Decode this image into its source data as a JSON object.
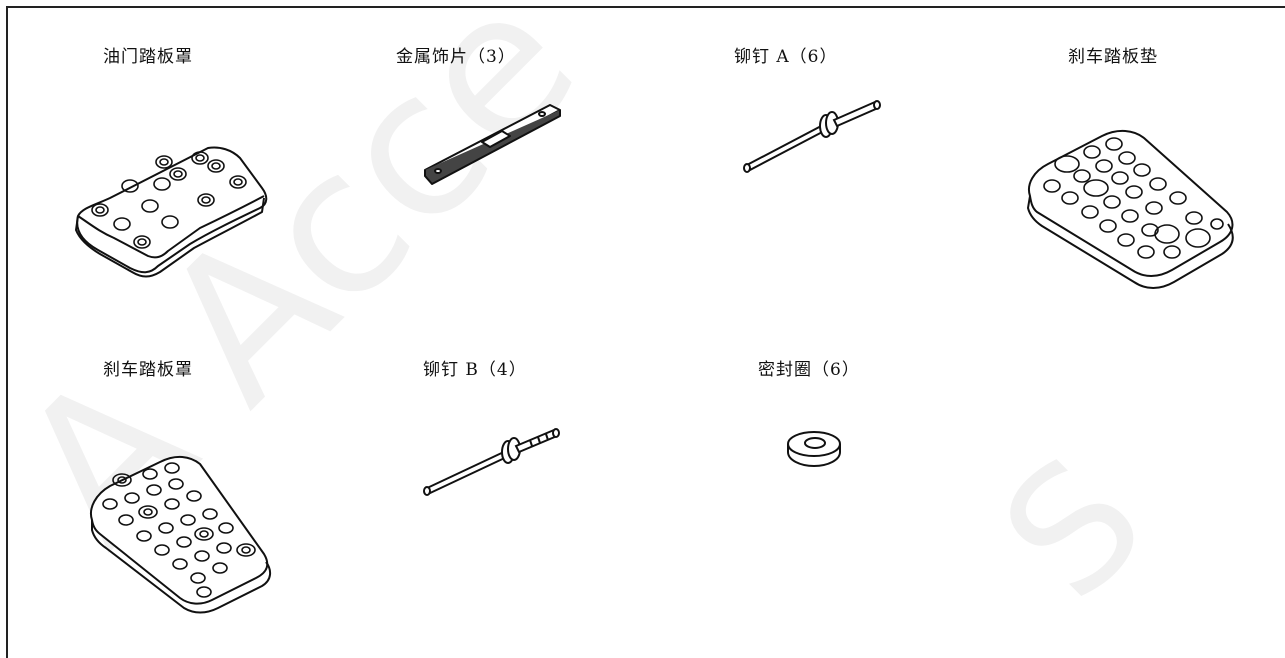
{
  "watermark": {
    "text_a": "A Acce",
    "text_b": "S"
  },
  "parts": [
    {
      "id": "throttle-pedal-cover",
      "label": "油门踏板罩"
    },
    {
      "id": "metal-trim",
      "label": "金属饰片（3）"
    },
    {
      "id": "rivet-a",
      "label": "铆钉 A（6）"
    },
    {
      "id": "brake-pedal-pad",
      "label": "刹车踏板垫"
    },
    {
      "id": "brake-pedal-cover",
      "label": "刹车踏板罩"
    },
    {
      "id": "rivet-b",
      "label": "铆钉 B（4）"
    },
    {
      "id": "seal-ring",
      "label": "密封圈（6）"
    }
  ]
}
